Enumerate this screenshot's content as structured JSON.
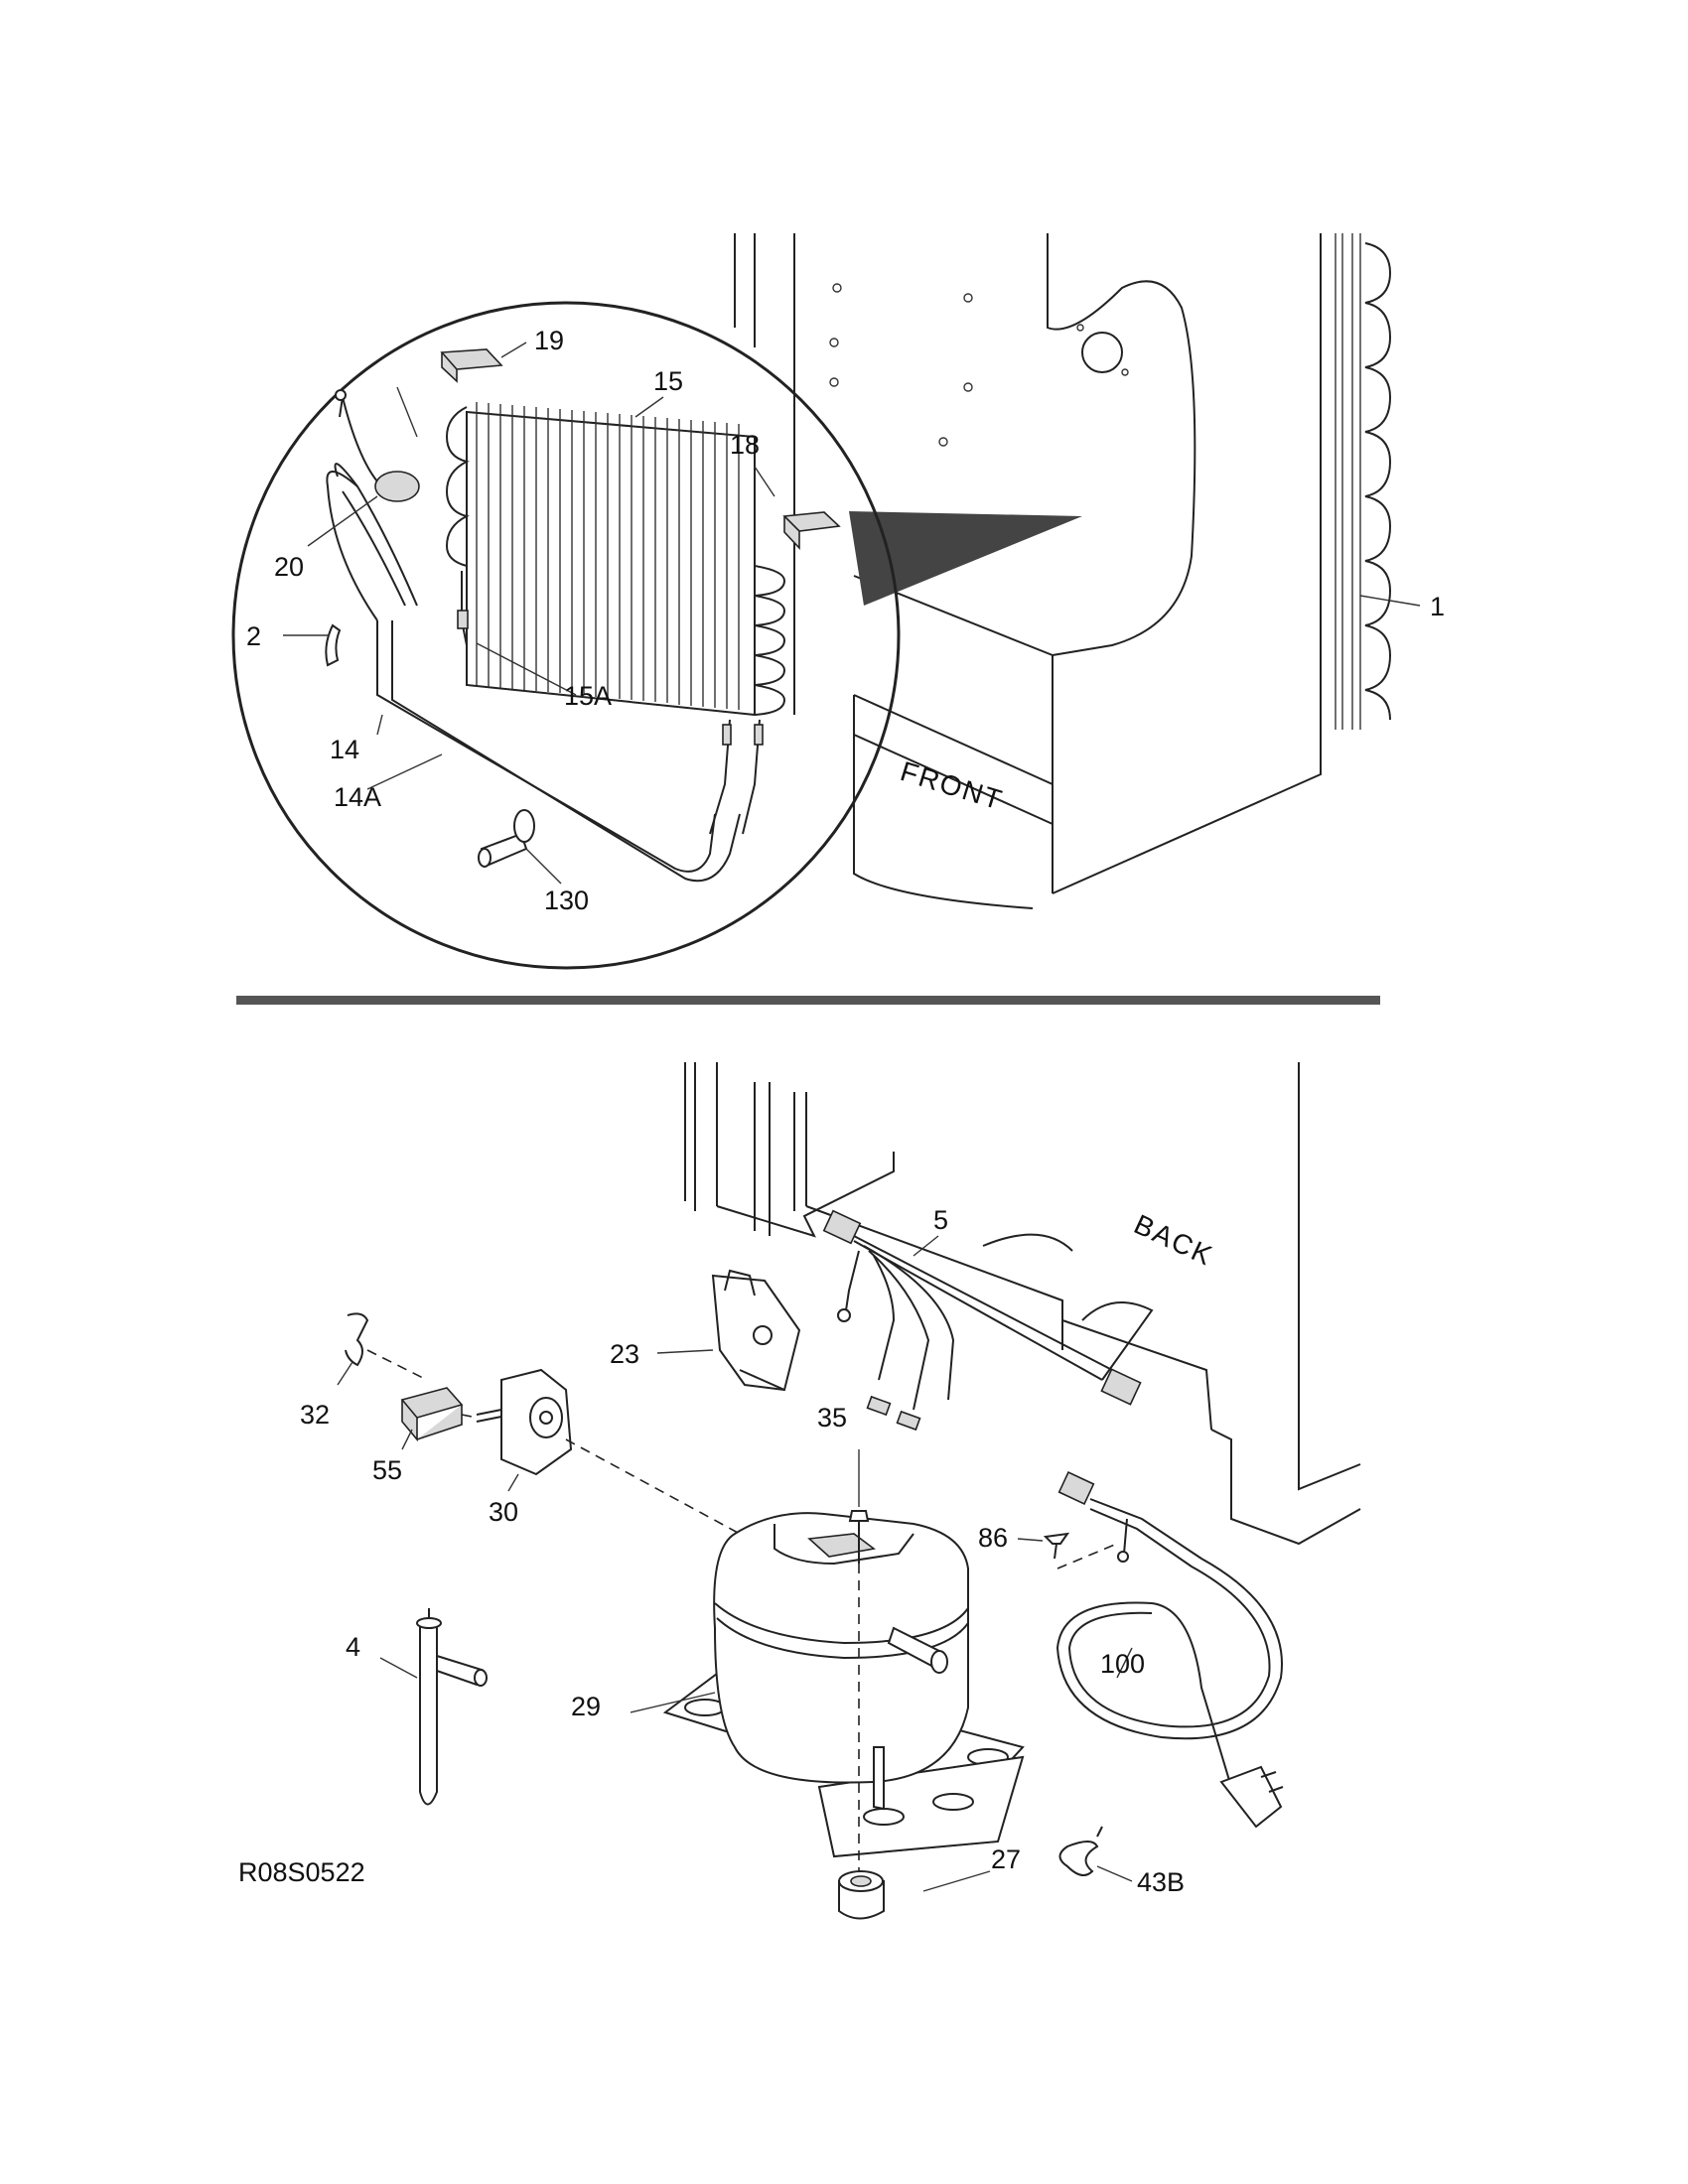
{
  "diagram": {
    "code": "R08S0522",
    "top_section": {
      "callouts": [
        "19",
        "15",
        "18",
        "20",
        "2",
        "15A",
        "14",
        "14A",
        "130",
        "1"
      ],
      "front_label": "FRONT"
    },
    "bottom_section": {
      "callouts": [
        "5",
        "23",
        "32",
        "55",
        "30",
        "35",
        "86",
        "4",
        "29",
        "100",
        "27",
        "43B"
      ],
      "back_label": "BACK"
    }
  }
}
